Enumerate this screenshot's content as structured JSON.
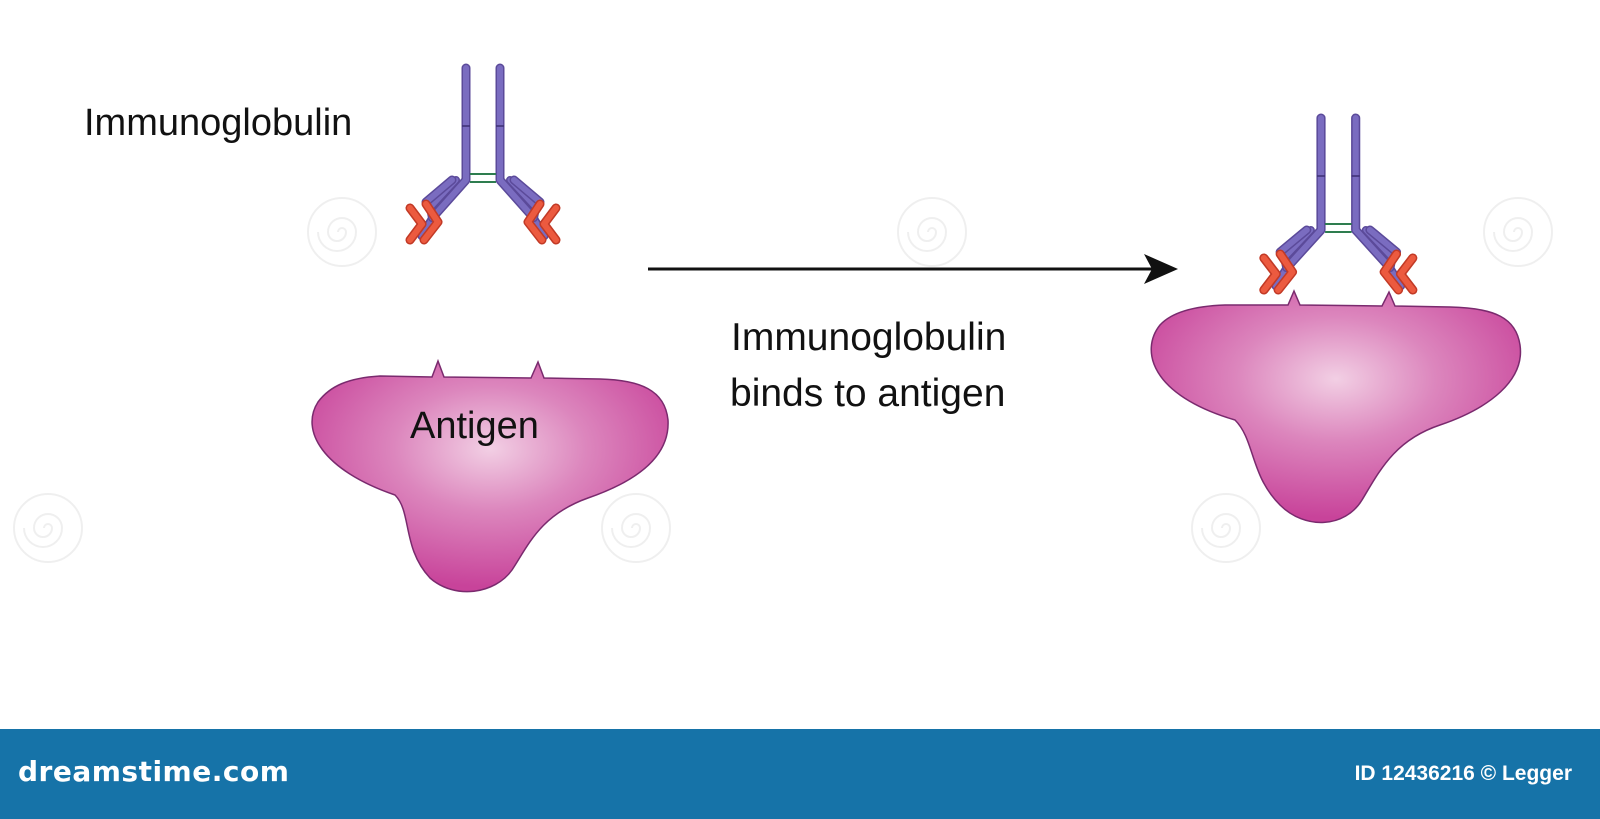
{
  "labels": {
    "immunoglobulin": "Immunoglobulin",
    "antigen": "Antigen",
    "caption_line1": "Immunoglobulin",
    "caption_line2": "binds to antigen"
  },
  "footer": {
    "logo_text": "dreamstime.com",
    "credit_text": "ID 12436216 © Legger"
  },
  "colors": {
    "antibody_heavy": "#6a5aa8",
    "antibody_tip": "#e24a33",
    "disulfide_bond": "#2e7d4f",
    "antigen_fill": "#c8439a",
    "antigen_highlight": "#f0c6e0",
    "antigen_outline": "#7a2a6e",
    "arrow": "#111111",
    "footer_bg": "#1673a8"
  },
  "icons": {
    "watermark": "dreamstime-spiral-icon",
    "arrow": "right-arrow-icon"
  }
}
